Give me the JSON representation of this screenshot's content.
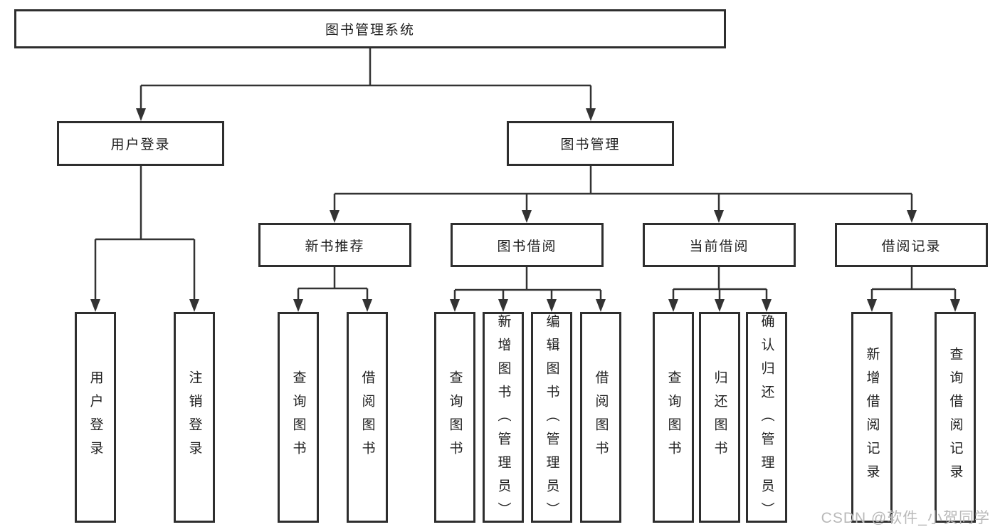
{
  "diagram": {
    "title": "图书管理系统",
    "root": {
      "label": "图书管理系统"
    },
    "level2": [
      {
        "id": "user-login",
        "label": "用户登录",
        "parent": "图书管理系统"
      },
      {
        "id": "book-management",
        "label": "图书管理",
        "parent": "图书管理系统"
      }
    ],
    "level3": [
      {
        "id": "new-book-recommendation",
        "label": "新书推荐",
        "parent": "图书管理"
      },
      {
        "id": "book-borrowing",
        "label": "图书借阅",
        "parent": "图书管理"
      },
      {
        "id": "current-borrowing",
        "label": "当前借阅",
        "parent": "图书管理"
      },
      {
        "id": "borrowing-records",
        "label": "借阅记录",
        "parent": "图书管理"
      }
    ],
    "leaves": [
      {
        "id": "user-login-action",
        "label": "用户登录",
        "parent": "用户登录"
      },
      {
        "id": "logout",
        "label": "注销登录",
        "parent": "用户登录"
      },
      {
        "id": "query-books-recommend",
        "label": "查询图书",
        "parent": "新书推荐"
      },
      {
        "id": "borrow-books-recommend",
        "label": "借阅图书",
        "parent": "新书推荐"
      },
      {
        "id": "query-books-borrowing",
        "label": "查询图书",
        "parent": "图书借阅"
      },
      {
        "id": "add-book-admin",
        "label": "新增图书（管理员）",
        "parent": "图书借阅"
      },
      {
        "id": "edit-book-admin",
        "label": "编辑图书（管理员）",
        "parent": "图书借阅"
      },
      {
        "id": "borrow-books-borrowing",
        "label": "借阅图书",
        "parent": "图书借阅"
      },
      {
        "id": "query-books-current",
        "label": "查询图书",
        "parent": "当前借阅"
      },
      {
        "id": "return-books",
        "label": "归还图书",
        "parent": "当前借阅"
      },
      {
        "id": "confirm-return-admin",
        "label": "确认归还（管理员）",
        "parent": "当前借阅"
      },
      {
        "id": "add-borrow-record",
        "label": "新增借阅记录",
        "parent": "借阅记录"
      },
      {
        "id": "query-borrow-record",
        "label": "查询借阅记录",
        "parent": "借阅记录"
      }
    ]
  },
  "watermark": {
    "text": "CSDN @软件_小贺同学"
  },
  "colors": {
    "background": "#ffffff",
    "box_border": "#2e2e2e",
    "connector_line": "#333333",
    "text": "#1f1f1f",
    "watermark": "#b9b9b9"
  }
}
